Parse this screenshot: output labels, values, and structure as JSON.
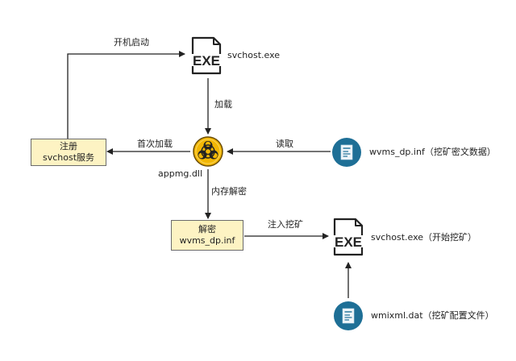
{
  "nodes": {
    "svchost_top": {
      "icon": "exe-file-icon",
      "label": "svchost.exe"
    },
    "service_box": {
      "line1": "注册",
      "line2": "svchost服务"
    },
    "appmg": {
      "icon": "biohazard-icon",
      "label": "appmg.dll"
    },
    "wvms_inf": {
      "icon": "data-file-icon",
      "label": "wvms_dp.inf（挖矿密文数据）"
    },
    "decrypt_box": {
      "line1": "解密",
      "line2": "wvms_dp.inf"
    },
    "svchost_mine": {
      "icon": "exe-file-icon",
      "label": "svchost.exe（开始挖矿）"
    },
    "wmixml": {
      "icon": "data-file-icon",
      "label": "wmixml.dat（挖矿配置文件）"
    }
  },
  "edges": {
    "boot_start": "开机启动",
    "load": "加载",
    "first_load": "首次加载",
    "read": "读取",
    "mem_decrypt": "内存解密",
    "inject_mining": "注入挖矿"
  },
  "colors": {
    "box_fill": "#fdf3c3",
    "file_icon_circle": "#1e6f96",
    "hazard_yellow": "#f2b705"
  }
}
